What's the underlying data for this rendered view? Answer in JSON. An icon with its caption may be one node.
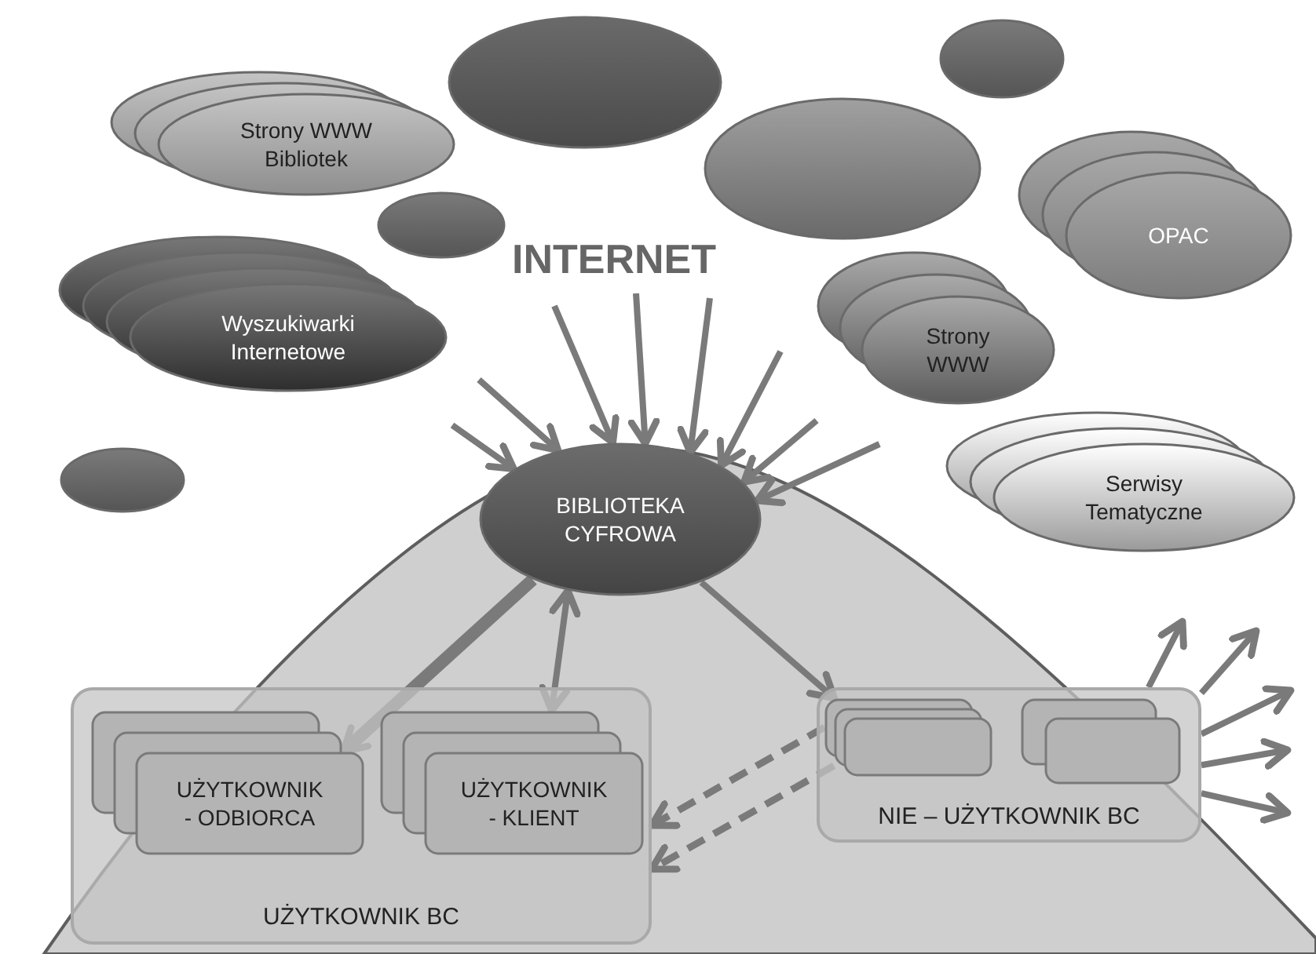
{
  "diagram": {
    "nodes": [
      {
        "text": [
          "Strony WWW Bibliotek"
        ]
      },
      {
        "text": [],
        "shape": "ellipse"
      },
      {
        "text": [],
        "shape": "ellipse"
      },
      {
        "text": [
          "Wyszukiwarki Internetowe"
        ]
      },
      {
        "text": [],
        "shape": "ellipse"
      },
      {
        "text": [],
        "shape": "ellipse"
      },
      {
        "text": [
          "OPAC"
        ]
      },
      {
        "text": [
          "Strony WWW"
        ]
      },
      {
        "text": [],
        "shape": "ellipse"
      },
      {
        "text": [
          "Serwisy Tematyczne"
        ]
      },
      {
        "text": [
          "BIBLIOTEKA CYFROWA"
        ]
      },
      {
        "text": [
          "UŻYTKOWNIK BC"
        ]
      },
      {
        "text": [
          "UŻYTKOWNIK - ODBIORCA"
        ],
        "in": 11
      },
      {
        "text": [
          "UŻYTKOWNIK - KLIENT"
        ],
        "in": 11
      },
      {
        "text": [
          "NIE – UŻYTKOWNIK BC"
        ]
      },
      {
        "text": [],
        "shape": "box",
        "in": 14
      },
      {
        "text": [],
        "shape": "box",
        "in": 14
      }
    ],
    "edges": [
      {
        "from": null,
        "to": 10,
        "arrow": "to"
      },
      {
        "from": null,
        "to": 10,
        "arrow": "to"
      },
      {
        "from": null,
        "to": 10,
        "arrow": "to"
      },
      {
        "from": null,
        "to": 10,
        "arrow": "to"
      },
      {
        "from": null,
        "to": 10,
        "arrow": "to"
      },
      {
        "from": null,
        "to": 10,
        "arrow": "to"
      },
      {
        "from": null,
        "to": 10,
        "arrow": "to"
      },
      {
        "from": null,
        "to": 10,
        "arrow": "to"
      },
      {
        "from": 10,
        "to": 12,
        "arrow": "to",
        "style": "thick"
      },
      {
        "from": 10,
        "to": 13,
        "arrow": "both"
      },
      {
        "from": 10,
        "to": 15,
        "arrow": "to"
      },
      {
        "from": 15,
        "to": 11,
        "arrow": "to",
        "style": "dashed"
      },
      {
        "from": 15,
        "to": 11,
        "arrow": "to",
        "style": "dashed"
      },
      {
        "from": 14,
        "to": null,
        "arrow": "to"
      },
      {
        "from": 14,
        "to": null,
        "arrow": "to"
      },
      {
        "from": 14,
        "to": null,
        "arrow": "to"
      },
      {
        "from": 14,
        "to": null,
        "arrow": "to"
      },
      {
        "from": 14,
        "to": null,
        "arrow": "to"
      }
    ],
    "labels": [
      "INTERNET"
    ]
  }
}
